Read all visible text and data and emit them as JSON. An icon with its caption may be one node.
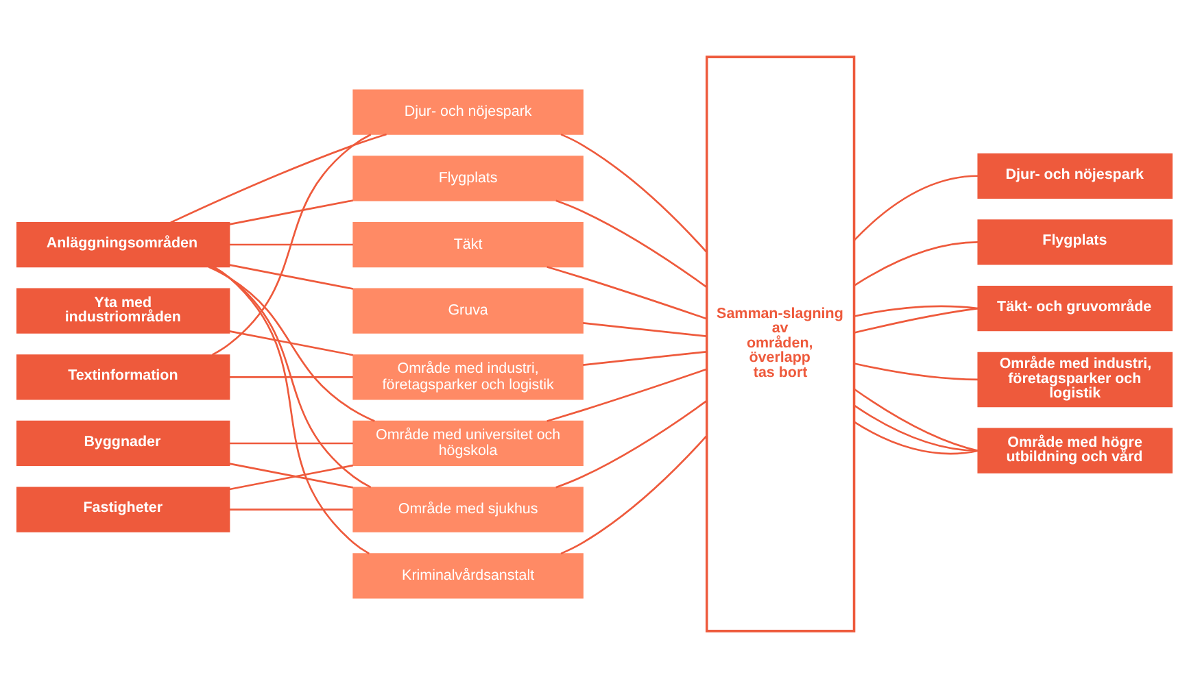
{
  "diagram": {
    "nodes": [
      {
        "text": [
          "Anläggningsområden"
        ]
      },
      {
        "text": [
          "Yta med industriområden"
        ]
      },
      {
        "text": [
          "Textinformation"
        ]
      },
      {
        "text": [
          "Byggnader"
        ]
      },
      {
        "text": [
          "Fastigheter"
        ]
      },
      {
        "text": [
          "Djur- och nöjespark"
        ]
      },
      {
        "text": [
          "Flygplats"
        ]
      },
      {
        "text": [
          "Täkt"
        ]
      },
      {
        "text": [
          "Gruva"
        ]
      },
      {
        "text": [
          "Område med industri, företagsparker och logistik"
        ]
      },
      {
        "text": [
          "Område med universitet och högskola"
        ]
      },
      {
        "text": [
          "Område med sjukhus"
        ]
      },
      {
        "text": [
          "Kriminalvårdsanstalt"
        ]
      },
      {
        "text": [
          "Samman-slagning av områden, överlapp tas bort"
        ]
      },
      {
        "text": [
          "Djur- och nöjespark"
        ]
      },
      {
        "text": [
          "Flygplats"
        ]
      },
      {
        "text": [
          "Täkt- och gruvområde"
        ]
      },
      {
        "text": [
          "Område med industri, företagsparker och logistik"
        ]
      },
      {
        "text": [
          "Område med högre utbildning och vård"
        ]
      }
    ],
    "edges": [
      {
        "from": 0,
        "to": 5,
        "arrow": "none"
      },
      {
        "from": 0,
        "to": 6,
        "arrow": "none"
      },
      {
        "from": 0,
        "to": 7,
        "arrow": "none"
      },
      {
        "from": 0,
        "to": 8,
        "arrow": "none"
      },
      {
        "from": 0,
        "to": 10,
        "arrow": "none"
      },
      {
        "from": 0,
        "to": 11,
        "arrow": "none"
      },
      {
        "from": 0,
        "to": 12,
        "arrow": "none"
      },
      {
        "from": 1,
        "to": 9,
        "arrow": "none"
      },
      {
        "from": 2,
        "to": 5,
        "arrow": "none"
      },
      {
        "from": 2,
        "to": 9,
        "arrow": "none"
      },
      {
        "from": 3,
        "to": 10,
        "arrow": "none"
      },
      {
        "from": 3,
        "to": 11,
        "arrow": "none"
      },
      {
        "from": 4,
        "to": 10,
        "arrow": "none"
      },
      {
        "from": 4,
        "to": 11,
        "arrow": "none"
      },
      {
        "from": 5,
        "to": 13,
        "arrow": "none"
      },
      {
        "from": 6,
        "to": 13,
        "arrow": "none"
      },
      {
        "from": 7,
        "to": 13,
        "arrow": "none"
      },
      {
        "from": 8,
        "to": 13,
        "arrow": "none"
      },
      {
        "from": 9,
        "to": 13,
        "arrow": "none"
      },
      {
        "from": 10,
        "to": 13,
        "arrow": "none"
      },
      {
        "from": 11,
        "to": 13,
        "arrow": "none"
      },
      {
        "from": 12,
        "to": 13,
        "arrow": "none"
      },
      {
        "from": 13,
        "to": 14,
        "arrow": "none"
      },
      {
        "from": 13,
        "to": 15,
        "arrow": "none"
      },
      {
        "from": 13,
        "to": 16,
        "arrow": "none"
      },
      {
        "from": 13,
        "to": 16,
        "arrow": "none"
      },
      {
        "from": 13,
        "to": 17,
        "arrow": "none"
      },
      {
        "from": 13,
        "to": 18,
        "arrow": "none"
      },
      {
        "from": 13,
        "to": 18,
        "arrow": "none"
      },
      {
        "from": 13,
        "to": 18,
        "arrow": "none"
      }
    ]
  }
}
